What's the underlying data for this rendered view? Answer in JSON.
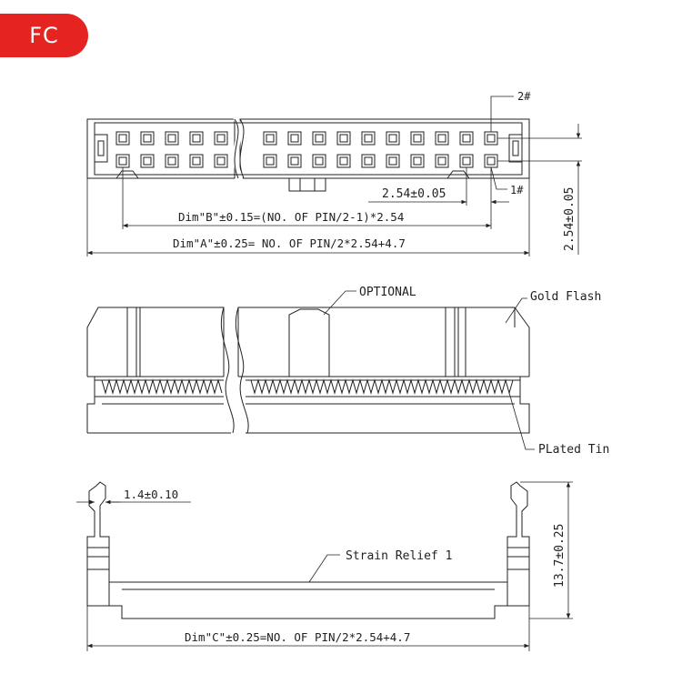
{
  "badge": {
    "label": "FC"
  },
  "top_view": {
    "pin_label_2": "2#",
    "pin_label_1": "1#",
    "pitch_label": "2.54±0.05",
    "vertical_pitch_label": "2.54±0.05",
    "dim_b_label": "Dim\"B\"±0.15=(NO. OF PIN/2-1)*2.54",
    "dim_a_label": "Dim\"A\"±0.25= NO. OF PIN/2*2.54+4.7"
  },
  "front_view": {
    "optional_label": "OPTIONAL",
    "gold_flash_label": "Gold Flash",
    "plated_tin_label": "PLated Tin"
  },
  "side_view": {
    "latch_label": "1.4±0.10",
    "height_label": "13.7±0.25",
    "strain_relief_label": "Strain Relief 1",
    "dim_c_label": "Dim\"C\"±0.25=NO. OF PIN/2*2.54+4.7"
  }
}
